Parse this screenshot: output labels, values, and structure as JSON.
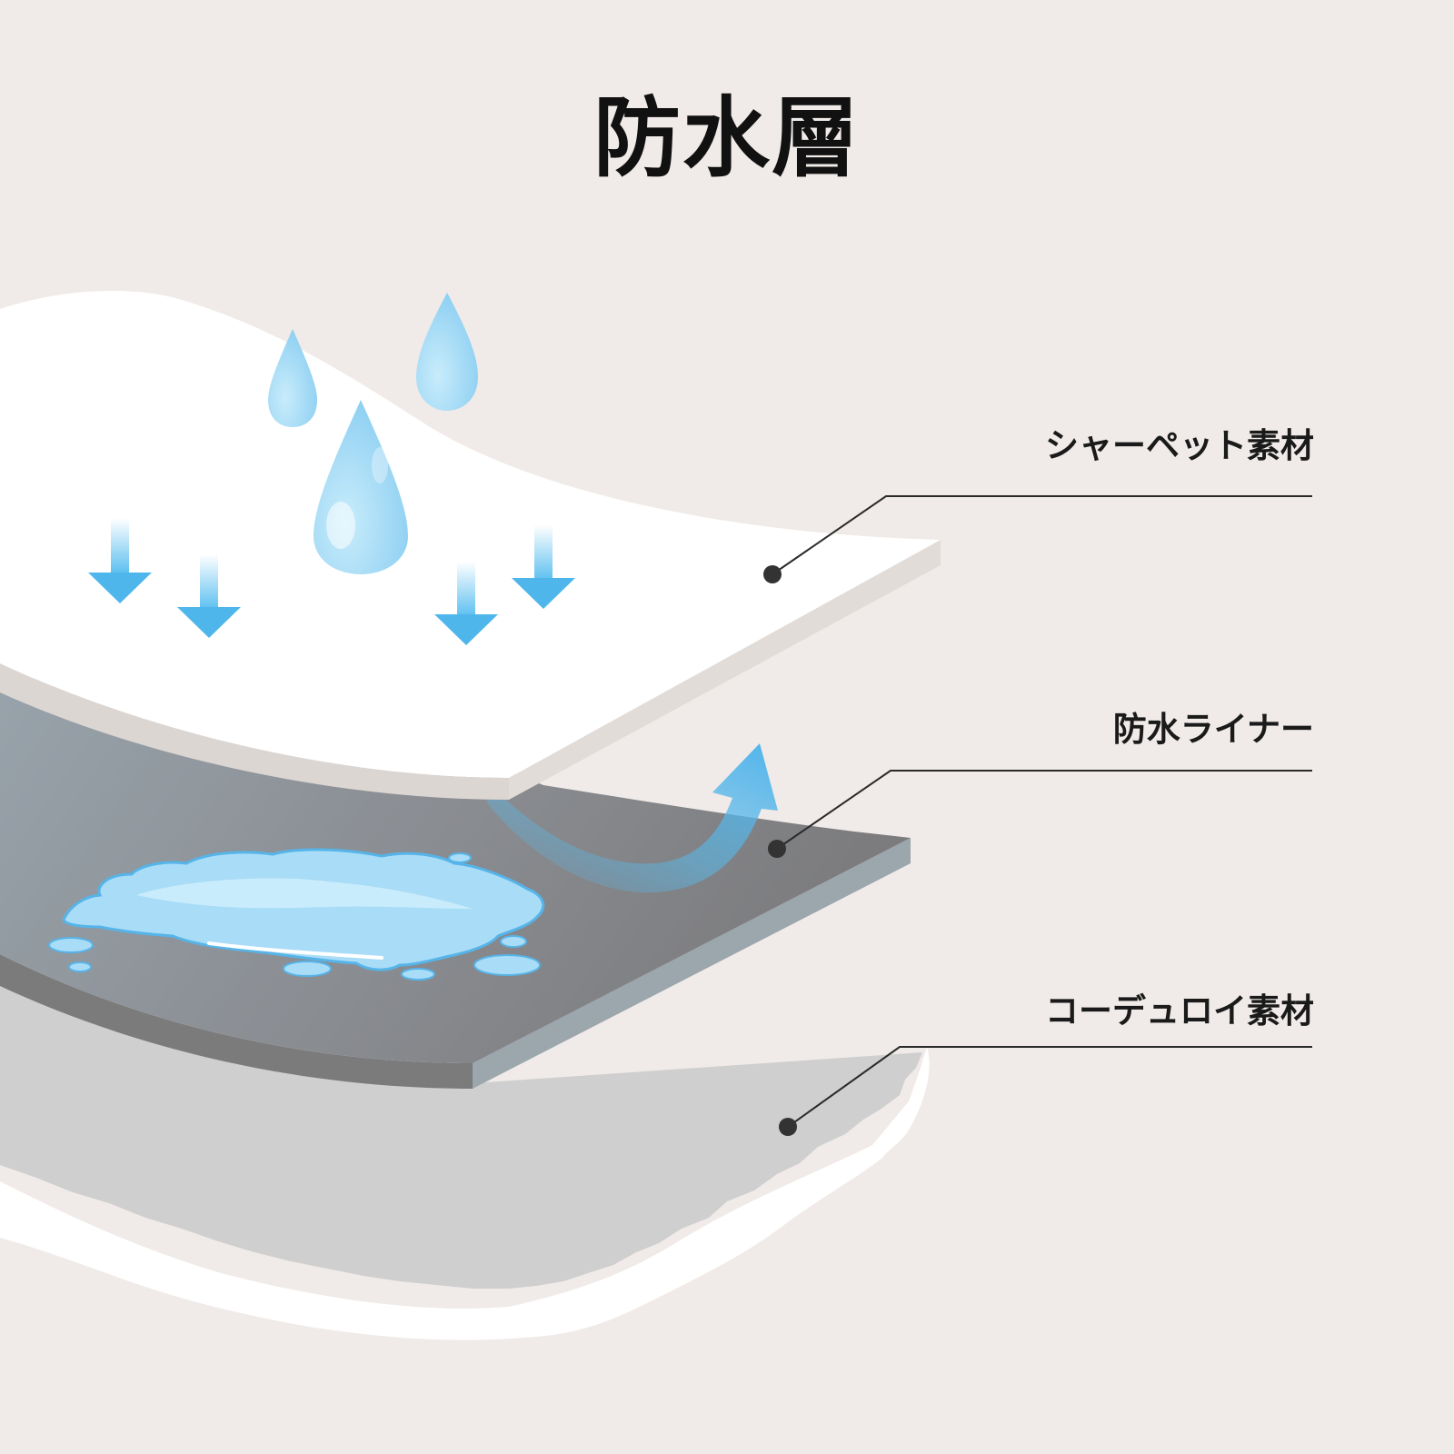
{
  "title": "防水層",
  "colors": {
    "background": "#f0ebe8",
    "top_layer": "#ffffff",
    "top_layer_edge": "#dcd6d2",
    "middle_layer": "#8c9198",
    "middle_layer_edge": "#9aa5ad",
    "bottom_layer": "#cfcfcf",
    "water": "#9fd8f5",
    "arrow": "#4fb6ec",
    "leader": "#2a2a2a"
  },
  "layers": [
    {
      "id": "top",
      "label": "シャーペット素材"
    },
    {
      "id": "middle",
      "label": "防水ライナー"
    },
    {
      "id": "bottom",
      "label": "コーデュロイ素材"
    }
  ],
  "icons": [
    "water-drop-icon",
    "down-arrow-icon",
    "curved-up-arrow-icon",
    "water-puddle-icon"
  ]
}
